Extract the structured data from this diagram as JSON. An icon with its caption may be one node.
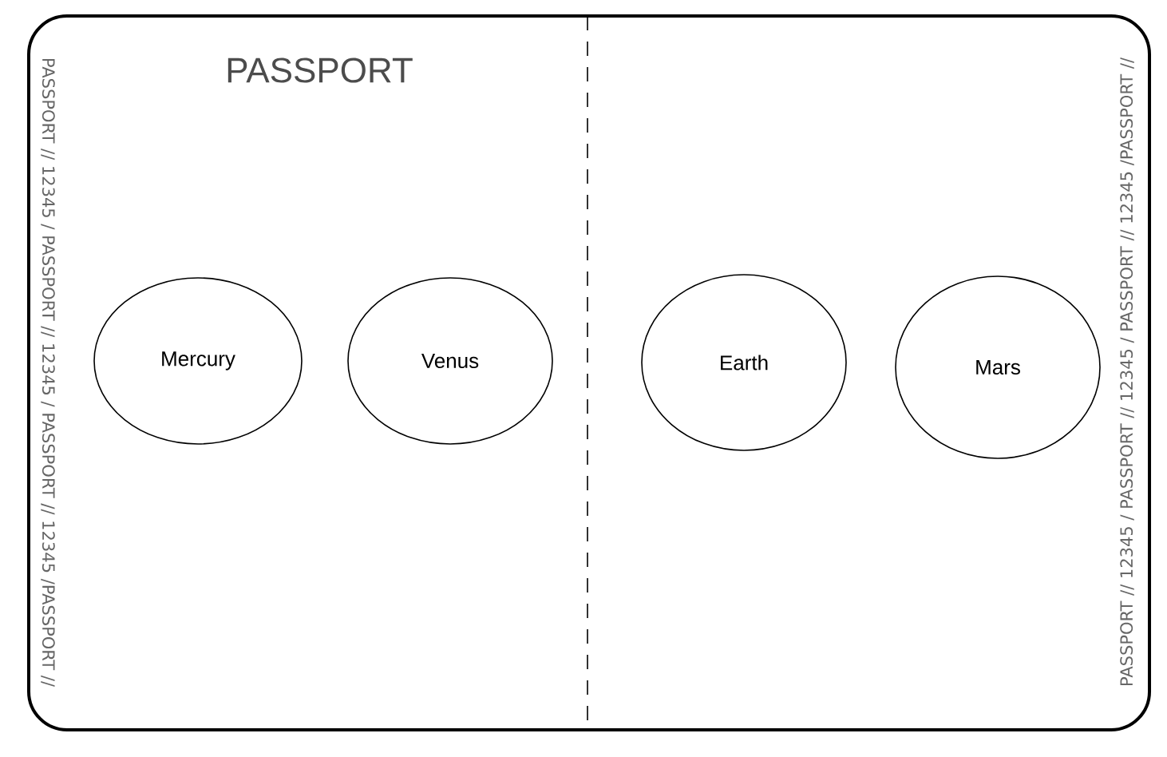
{
  "diagram": {
    "title": "PASSPORT",
    "nodes": [
      {
        "text": [
          "Mercury"
        ]
      },
      {
        "text": [
          "Venus"
        ]
      },
      {
        "text": [
          "Earth"
        ]
      },
      {
        "text": [
          "Mars"
        ]
      }
    ],
    "labels": [
      "PASSPORT // 12345 / PASSPORT // 12345 / PASSPORT // 12345 /PASSPORT //",
      "PASSPORT // 12345 / PASSPORT // 12345 / PASSPORT // 12345 /PASSPORT //"
    ]
  }
}
